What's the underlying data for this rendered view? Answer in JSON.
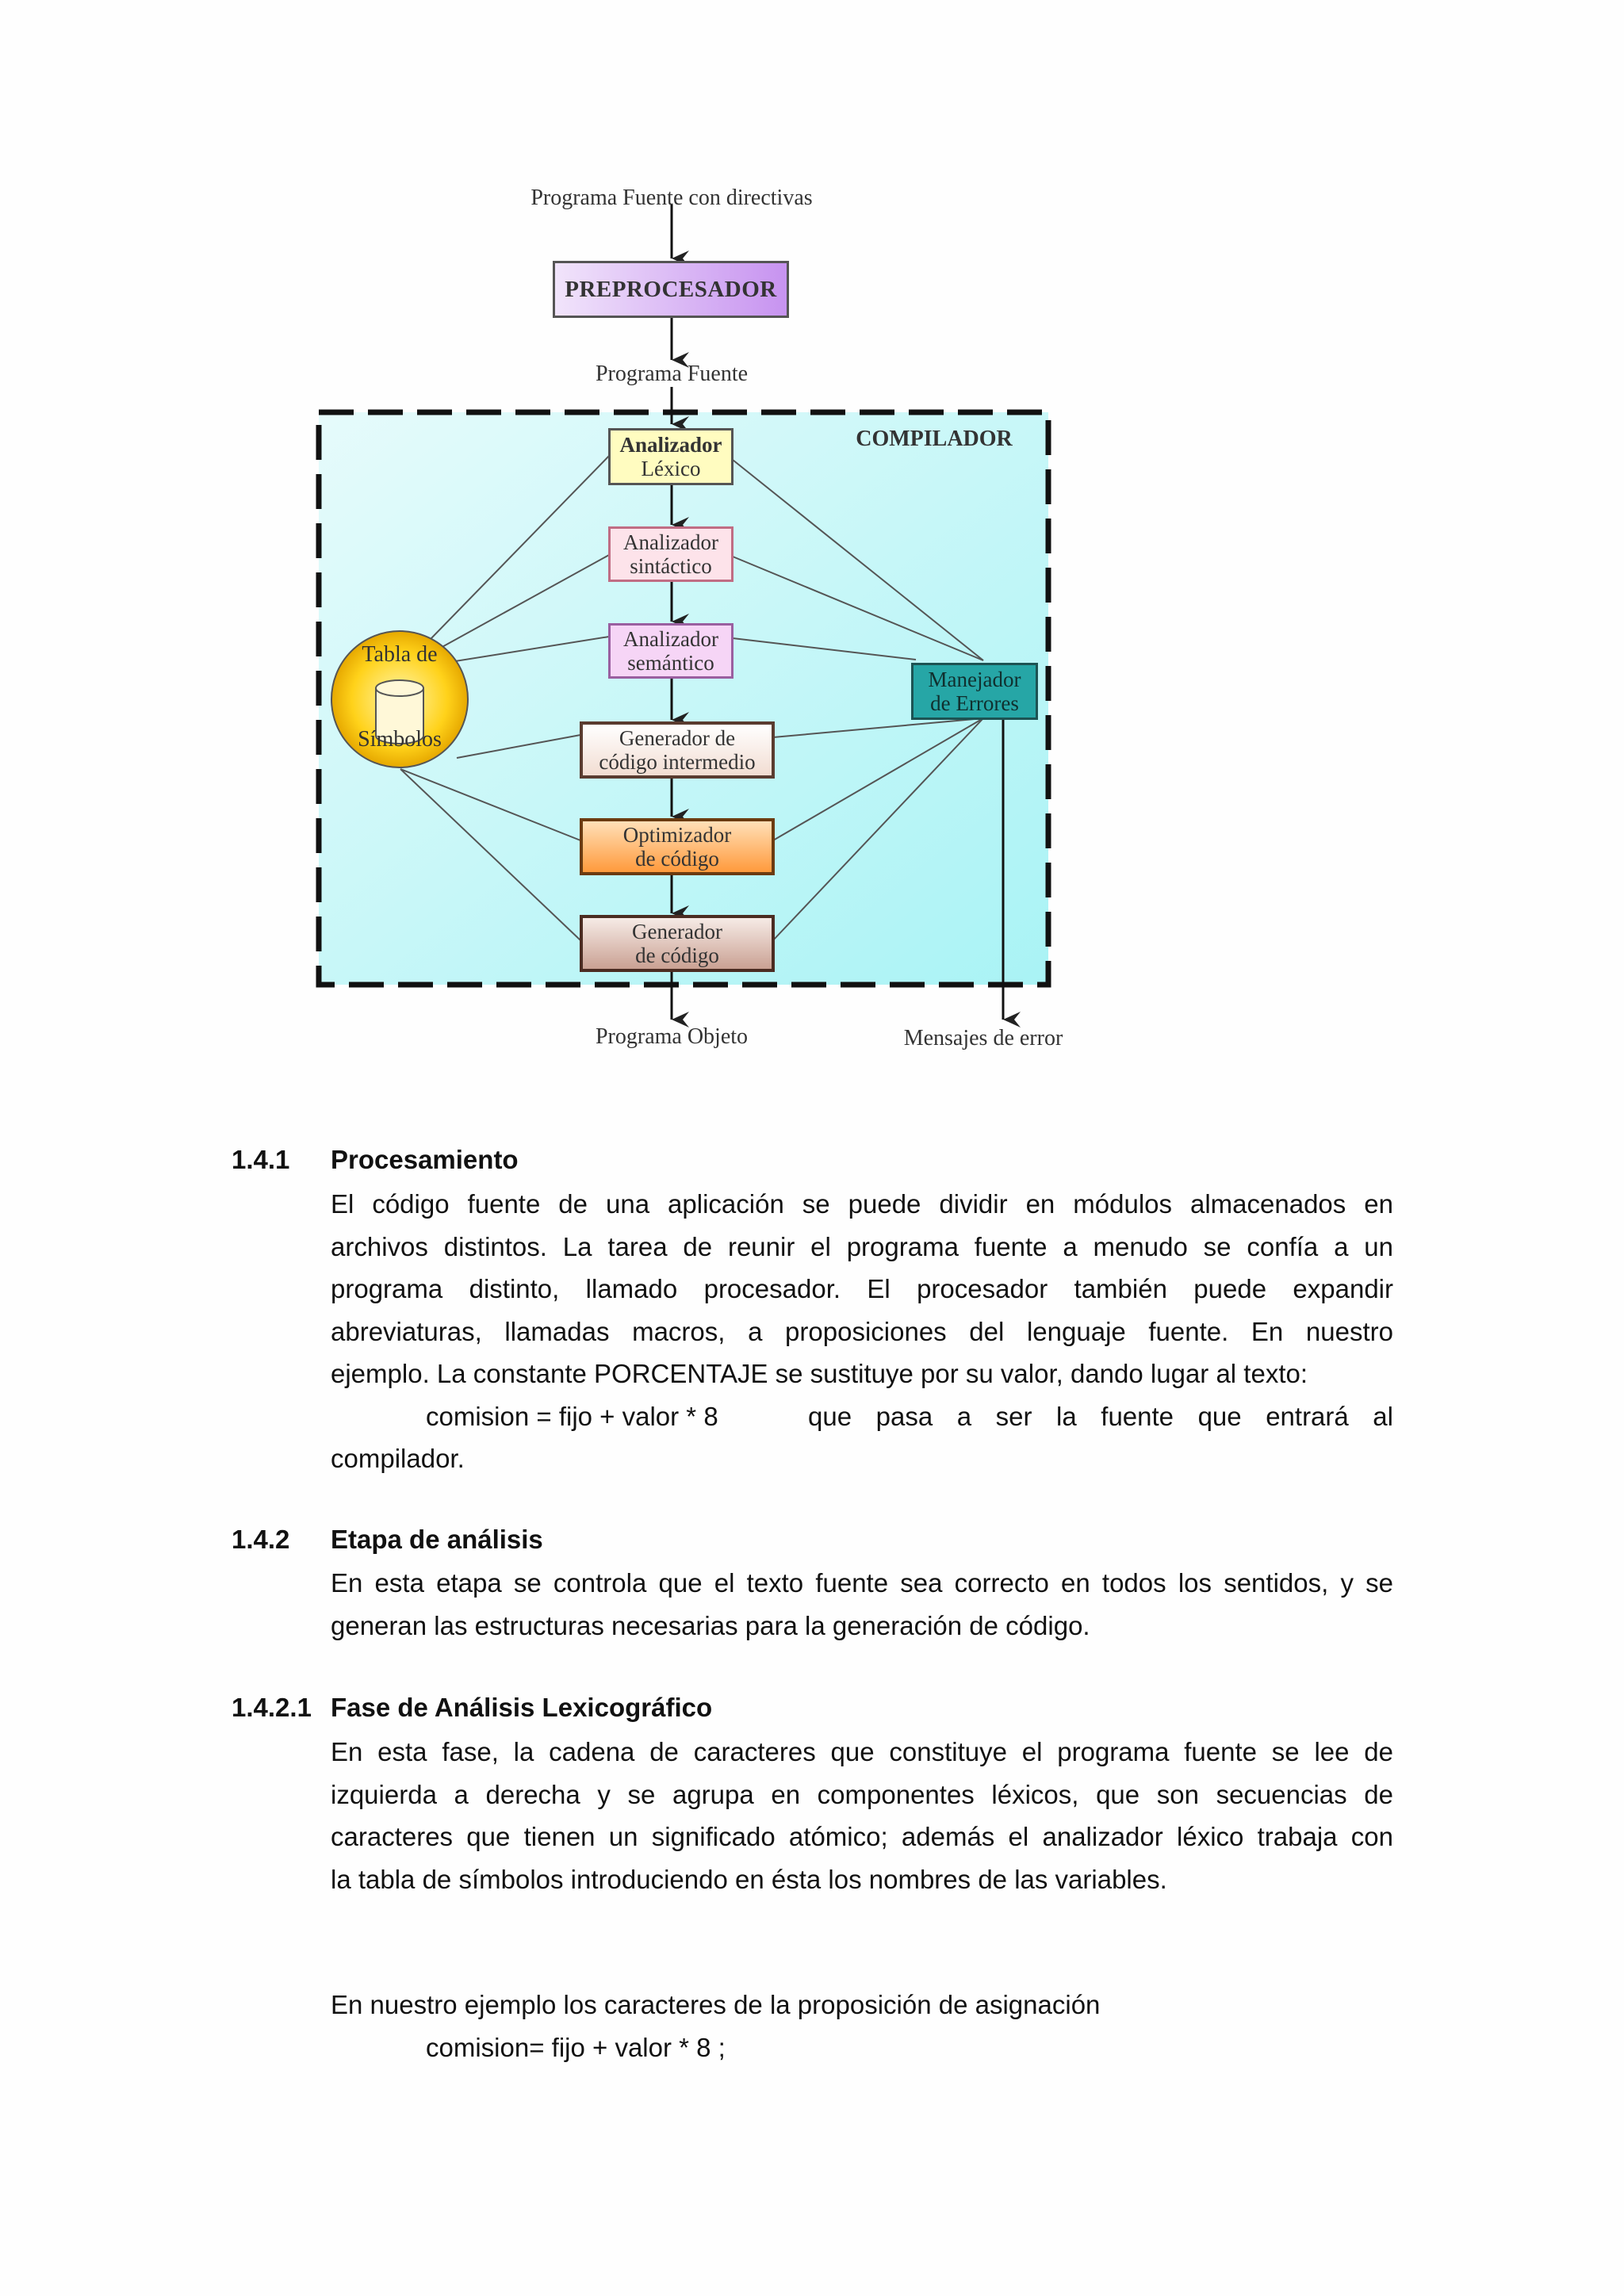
{
  "diagram": {
    "top_label": "Programa Fuente con directivas",
    "preprocessor": "PREPROCESADOR",
    "mid_label": "Programa Fuente",
    "compiler_title": "COMPILADOR",
    "lexico": [
      "Analizador",
      "Léxico"
    ],
    "sintactico": [
      "Analizador",
      "sintáctico"
    ],
    "semantico": [
      "Analizador",
      "semántico"
    ],
    "intermedio": [
      "Generador de",
      "código intermedio"
    ],
    "optimizador": [
      "Optimizador",
      "de código"
    ],
    "generador": [
      "Generador",
      "de código"
    ],
    "tabla": [
      "Tabla de",
      "Símbolos"
    ],
    "manejador": [
      "Manejador",
      "de Errores"
    ],
    "out_objeto": "Programa Objeto",
    "out_error": "Mensajes de error"
  },
  "sections": {
    "s141": {
      "number": "1.4.1",
      "title": "Procesamiento",
      "lines": [
        "El código fuente de una aplicación se puede dividir en módulos almacenados en",
        "archivos distintos. La tarea de reunir el programa fuente a menudo se confía a un",
        "programa distinto, llamado procesador. El procesador también puede expandir",
        "abreviaturas, llamadas macros, a proposiciones del lenguaje fuente. En nuestro",
        "ejemplo. La constante PORCENTAJE se sustituye por su valor, dando lugar al texto:"
      ],
      "code": "comision = fijo + valor * 8",
      "code_tail": "que pasa a ser la fuente que entrará al",
      "last_line": "compilador."
    },
    "s142": {
      "number": "1.4.2",
      "title": "Etapa de análisis",
      "lines": [
        "En esta etapa se controla que el texto fuente sea correcto en todos los sentidos, y se",
        "generan las estructuras necesarias para la generación de código."
      ]
    },
    "s1421": {
      "number": "1.4.2.1",
      "title": "Fase de Análisis Lexicográfico",
      "lines": [
        "En esta fase, la cadena de caracteres que constituye el programa fuente se lee de",
        "izquierda a derecha y se agrupa en componentes léxicos, que son secuencias de",
        "caracteres que tienen un significado atómico; además el analizador léxico trabaja con",
        "la tabla de símbolos introduciendo en ésta los nombres de las variables."
      ],
      "example_intro": "En nuestro ejemplo los caracteres de la proposición de asignación",
      "example_code": "comision= fijo + valor * 8 ;"
    }
  }
}
